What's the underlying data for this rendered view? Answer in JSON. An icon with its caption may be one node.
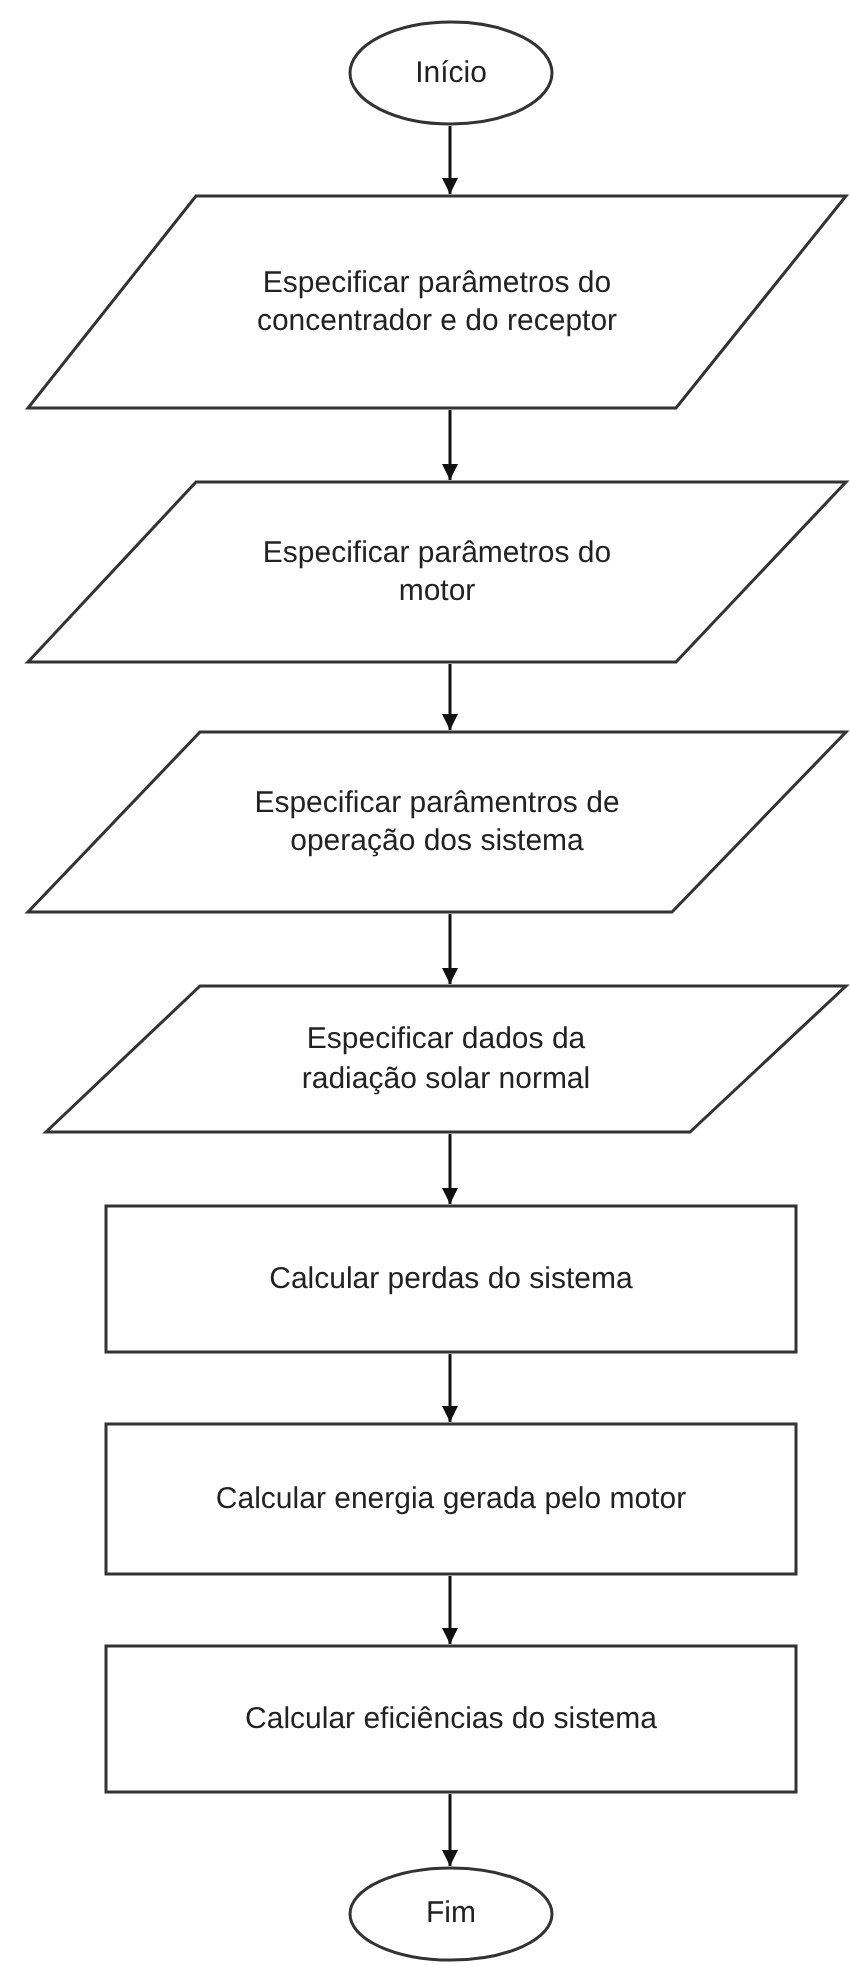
{
  "diagram": {
    "nodes": [
      {
        "text": [
          "Início"
        ]
      },
      {
        "text": [
          "Especificar parâmetros do concentrador e do receptor"
        ]
      },
      {
        "text": [
          "Especificar parâmetros do motor"
        ]
      },
      {
        "text": [
          "Especificar parâmentros de operação dos sistema"
        ]
      },
      {
        "text": [
          "Especificar dados da radiação solar normal"
        ]
      },
      {
        "text": [
          "Calcular perdas do sistema"
        ]
      },
      {
        "text": [
          "Calcular energia gerada pelo motor"
        ]
      },
      {
        "text": [
          "Calcular eficiências do sistema"
        ]
      },
      {
        "text": [
          "Fim"
        ]
      }
    ],
    "edges": [
      {
        "from": 0,
        "to": 1,
        "arrow": "to"
      },
      {
        "from": 1,
        "to": 2,
        "arrow": "to"
      },
      {
        "from": 2,
        "to": 3,
        "arrow": "to"
      },
      {
        "from": 3,
        "to": 4,
        "arrow": "to"
      },
      {
        "from": 4,
        "to": 5,
        "arrow": "to"
      },
      {
        "from": 5,
        "to": 6,
        "arrow": "to"
      },
      {
        "from": 6,
        "to": 7,
        "arrow": "to"
      },
      {
        "from": 7,
        "to": 8,
        "arrow": "to"
      }
    ]
  }
}
